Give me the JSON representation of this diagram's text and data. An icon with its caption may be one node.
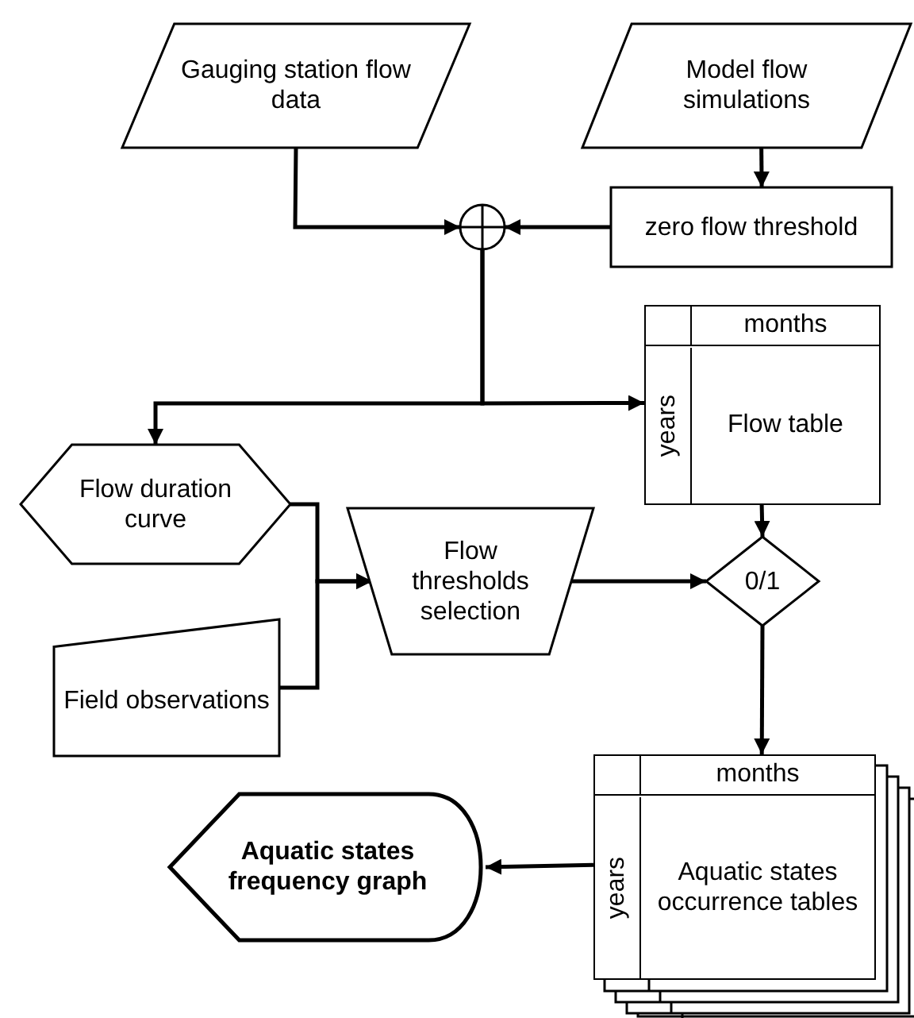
{
  "diagram": {
    "nodes": [
      {
        "text": [
          "Gauging station flow data"
        ]
      },
      {
        "text": [
          "Model flow simulations"
        ]
      },
      {
        "text": [
          "zero flow threshold"
        ]
      },
      {
        "text": [],
        "shape": "circle"
      },
      {
        "text": [
          "months",
          "years",
          "Flow table"
        ]
      },
      {
        "text": [
          "Flow duration curve"
        ]
      },
      {
        "text": [
          "Field observations"
        ]
      },
      {
        "text": [
          "Flow thresholds selection"
        ]
      },
      {
        "text": [
          "0/1"
        ]
      },
      {
        "text": [
          "months",
          "years",
          "Aquatic states occurrence tables"
        ]
      },
      {
        "text": [
          "Aquatic states frequency graph"
        ]
      }
    ],
    "edges": [
      {
        "from": 0,
        "to": 3,
        "arrow": "to"
      },
      {
        "from": 1,
        "to": 2,
        "arrow": "to"
      },
      {
        "from": 2,
        "to": 3,
        "arrow": "to"
      },
      {
        "from": 3,
        "to": 5,
        "arrow": "to"
      },
      {
        "from": 3,
        "to": 4,
        "arrow": "to"
      },
      {
        "from": 5,
        "to": 7,
        "arrow": "to"
      },
      {
        "from": 6,
        "to": 7,
        "arrow": "to"
      },
      {
        "from": 7,
        "to": 8,
        "arrow": "to"
      },
      {
        "from": 4,
        "to": 8,
        "arrow": "to"
      },
      {
        "from": 8,
        "to": 9,
        "arrow": "to"
      },
      {
        "from": 9,
        "to": 10,
        "arrow": "to"
      }
    ]
  }
}
